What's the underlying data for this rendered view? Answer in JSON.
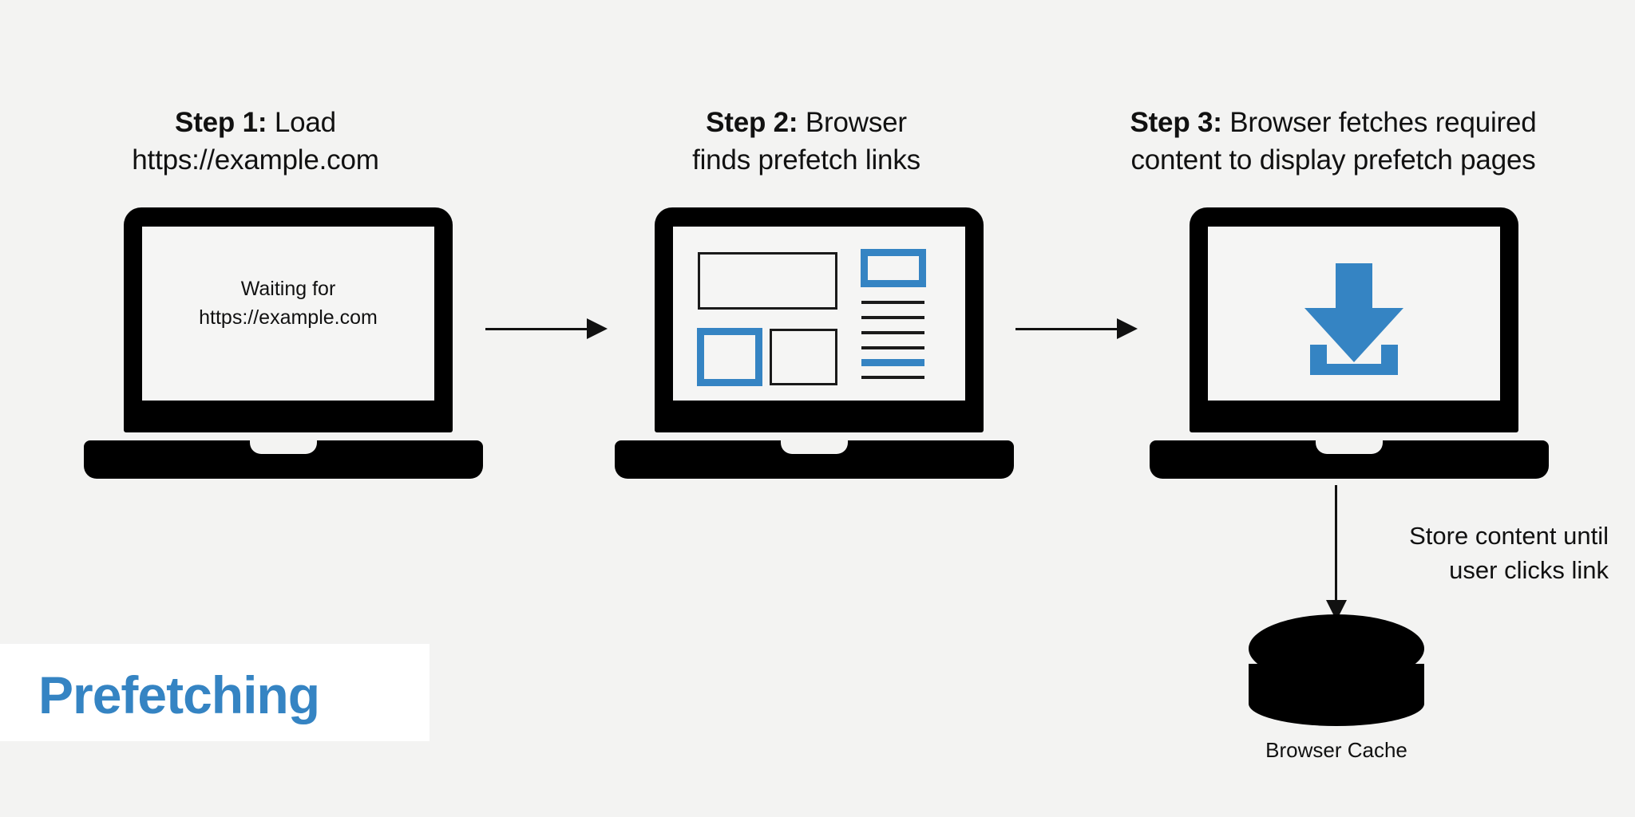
{
  "colors": {
    "background": "#f3f3f2",
    "accent_blue": "#3584c3",
    "ink": "#111111",
    "screen": "#f5f5f4",
    "plate": "#ffffff"
  },
  "steps": [
    {
      "label_bold": "Step 1:",
      "label_rest": " Load",
      "label_line2": "https://example.com",
      "screen": {
        "line1": "Waiting for",
        "line2": "https://example.com"
      }
    },
    {
      "label_bold": "Step 2:",
      "label_rest": " Browser",
      "label_line2": "finds prefetch links",
      "wireframe": {
        "boxes": [
          {
            "name": "hero-box",
            "style": "dark"
          },
          {
            "name": "thumb-box-blue",
            "style": "blue"
          },
          {
            "name": "thumb-box-dark",
            "style": "dark"
          },
          {
            "name": "sidebar-box-blue",
            "style": "blue"
          }
        ],
        "text_lines": [
          "dark",
          "dark",
          "dark",
          "dark",
          "blue",
          "dark"
        ]
      }
    },
    {
      "label_bold": "Step 3:",
      "label_rest": " Browser fetches required",
      "label_line2": "content to display prefetch pages",
      "icon": "download-icon"
    }
  ],
  "flow": {
    "arrow_1_2": "arrow-right",
    "arrow_2_3": "arrow-right",
    "arrow_down": "arrow-down",
    "note_line1": "Store content until",
    "note_line2": "user clicks link"
  },
  "cache": {
    "icon": "database-cylinder-icon",
    "label": "Browser Cache"
  },
  "title": {
    "text": "Prefetching"
  }
}
